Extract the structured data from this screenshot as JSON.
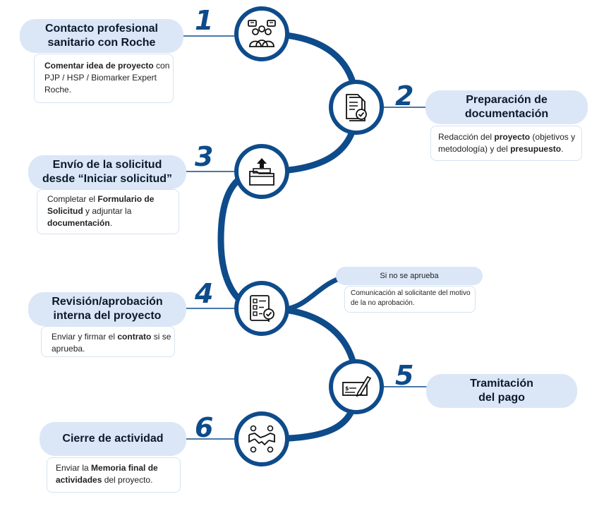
{
  "steps": [
    {
      "number": "1",
      "title": "Contacto profesional\nsanitario con Roche",
      "desc": [
        {
          "t": "Comentar idea de proyecto",
          "b": true
        },
        {
          "t": " con PJP / HSP / Biomarker Expert Roche.",
          "b": false
        }
      ],
      "icon": "people-chat-icon"
    },
    {
      "number": "2",
      "title": "Preparación de\ndocumentación",
      "desc": [
        {
          "t": "Redacción del ",
          "b": false
        },
        {
          "t": "proyecto",
          "b": true
        },
        {
          "t": " (objetivos y metodología) y del ",
          "b": false
        },
        {
          "t": "presupuesto",
          "b": true
        },
        {
          "t": ".",
          "b": false
        }
      ],
      "icon": "document-check-icon"
    },
    {
      "number": "3",
      "title": "Envío de la solicitud\ndesde “Iniciar solicitud”",
      "desc": [
        {
          "t": "Completar el ",
          "b": false
        },
        {
          "t": "Formulario de Solicitud",
          "b": true
        },
        {
          "t": " y adjuntar la ",
          "b": false
        },
        {
          "t": "documentación",
          "b": true
        },
        {
          "t": ".",
          "b": false
        }
      ],
      "icon": "upload-folder-icon"
    },
    {
      "number": "4",
      "title": "Revisión/aprobación\ninterna del proyecto",
      "desc": [
        {
          "t": "Enviar y firmar el ",
          "b": false
        },
        {
          "t": "contrato",
          "b": true
        },
        {
          "t": " si se aprueba.",
          "b": false
        }
      ],
      "icon": "checklist-icon"
    },
    {
      "number": "5",
      "title": "Tramitación\ndel pago",
      "desc": [],
      "icon": "cheque-pen-icon"
    },
    {
      "number": "6",
      "title": "Cierre de actividad",
      "desc": [
        {
          "t": "Enviar la ",
          "b": false
        },
        {
          "t": "Memoria final de actividades",
          "b": true
        },
        {
          "t": " del proyecto.",
          "b": false
        }
      ],
      "icon": "handshake-icon"
    }
  ],
  "branch": {
    "label": "Si no se aprueba",
    "desc": "Comunicación al solicitante del motivo de la no aprobación."
  },
  "colors": {
    "track": "#0e4b8a",
    "pill": "#dbe7f7",
    "number": "#0e4b8a"
  }
}
